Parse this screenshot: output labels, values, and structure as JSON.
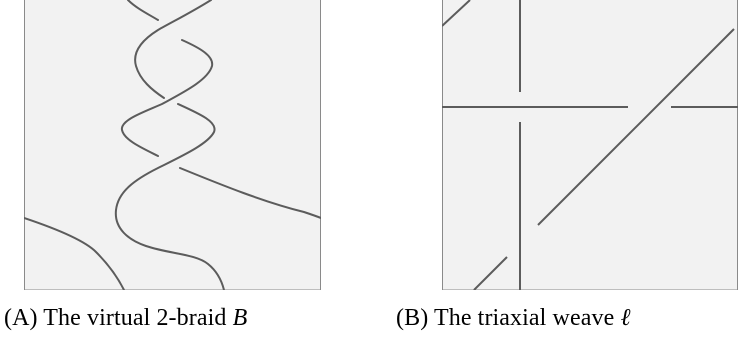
{
  "figure": {
    "panel_a": {
      "caption_tag": "(A)",
      "caption_text": "The virtual 2-braid",
      "caption_symbol": "B"
    },
    "panel_b": {
      "caption_tag": "(B)",
      "caption_text": "The triaxial weave",
      "caption_symbol": "ℓ"
    }
  },
  "colors": {
    "panel_fill": "#f2f2f2",
    "panel_border": "#8a8a8a",
    "strand": "#5c5c5c"
  }
}
